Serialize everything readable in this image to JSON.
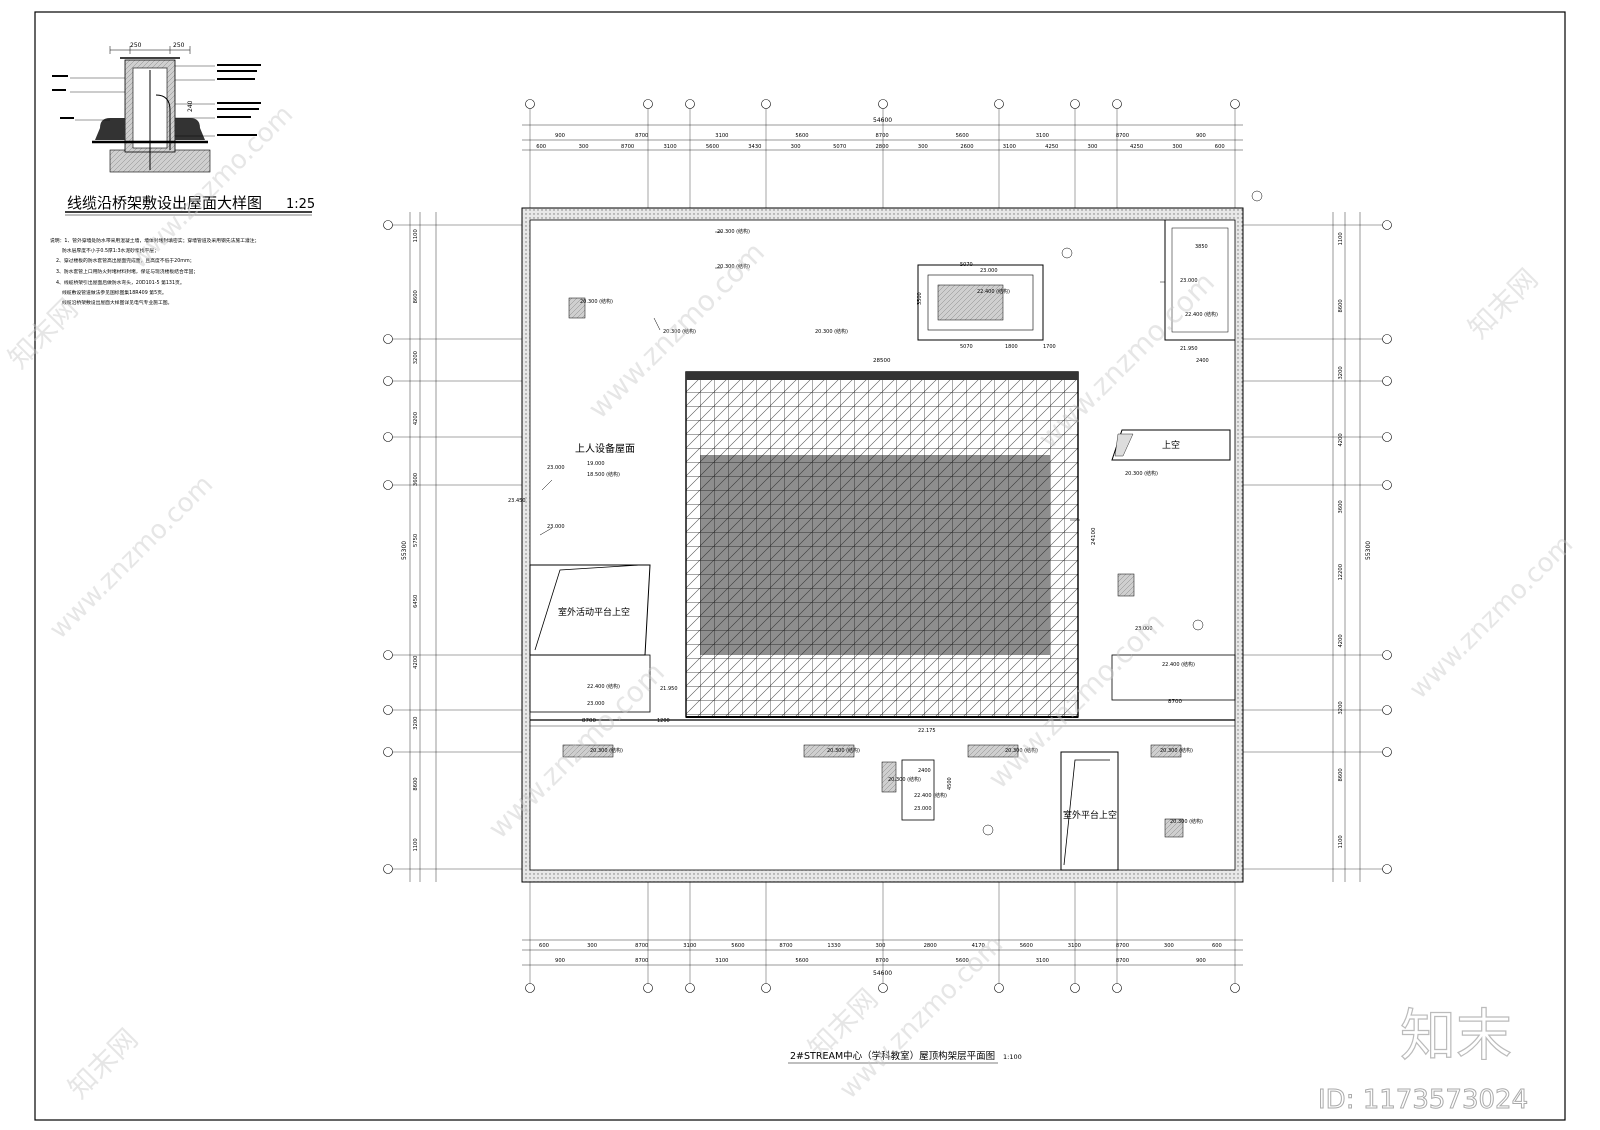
{
  "detail": {
    "title": "线缆沿桥架敷设出屋面大样图",
    "scale": "1:25",
    "dims": [
      "250",
      "250",
      "240"
    ],
    "notes": [
      "说明：1、管外穿墙处防水带采用混凝土墙，墙体封堵封填密实；穿墙管道及采用钢先法施工灌注；",
      "防水层厚度不小于0.5厚1:3水泥砂浆找平层；",
      "2、穿过楼板的防水套管高出屋面完成面，且高度不低于20mm；",
      "3、防水套管上口用防火封堵材料封堵，保证与现浇楼板结合牢固；",
      "4、线缆桥架引出屋面后做防水弯头，20D101-5 第131页。",
      "线缆敷设管道做法参见国标图集18R409 第5页。",
      "线缆沿桥架敷设出屋面大样图详见电气专业施工图。"
    ]
  },
  "plan": {
    "title": "2#STREAM中心（学科教室）屋顶构架层平面图",
    "scale": "1:100",
    "overall_width": "54600",
    "overall_height": "55300",
    "top_dims_outer": [
      "900",
      "8700",
      "3100",
      "5600",
      "8700",
      "5600",
      "3100",
      "8700",
      "900"
    ],
    "top_dims_inner": [
      "600",
      "300",
      "8700",
      "3100",
      "5600",
      "3430",
      "300",
      "5070",
      "2800",
      "300",
      "2600",
      "3100",
      "4250",
      "300",
      "4250",
      "300",
      "600"
    ],
    "bottom_dims_inner": [
      "600",
      "300",
      "8700",
      "3100",
      "5600",
      "8700",
      "1330",
      "300",
      "2800",
      "4170",
      "5600",
      "3100",
      "8700",
      "300",
      "600"
    ],
    "bottom_dims_outer": [
      "900",
      "8700",
      "3100",
      "5600",
      "8700",
      "5600",
      "3100",
      "8700",
      "900"
    ],
    "left_dims": [
      "1100",
      "8600",
      "3200",
      "4200",
      "3600",
      "5750",
      "6450",
      "4200",
      "3200",
      "8600",
      "1100"
    ],
    "right_dims": [
      "1100",
      "8600",
      "3200",
      "4200",
      "3600",
      "12200",
      "4200",
      "3200",
      "8600",
      "1100"
    ],
    "labels": {
      "equip_roof": "上人设备屋面",
      "outdoor_void": "室外活动平台上空",
      "terrace_void": "室外平台上空",
      "void_right": "上空",
      "elev_19000": "19.000",
      "elev_18500": "18.500 (结构)",
      "elev_23000": "23.000",
      "elev_22400": "22.400 (结构)",
      "elev_20300": "20.300 (结构)",
      "elev_21950": "21.950",
      "elev_22175": "22.175",
      "elev_23450": "23.450",
      "dim_28500": "28500",
      "dim_24100": "24100",
      "dim_8700": "8700",
      "dim_5070": "5070",
      "dim_3850": "3850",
      "dim_2400": "2400",
      "dim_1800": "1800",
      "dim_1700": "1700",
      "dim_4500": "4500",
      "dim_3500": "3500",
      "dim_1200": "1200"
    }
  },
  "watermark": {
    "site": "www.znzmo.com",
    "brand": "知末网",
    "logo": "知末",
    "id": "ID: 1173573024"
  }
}
